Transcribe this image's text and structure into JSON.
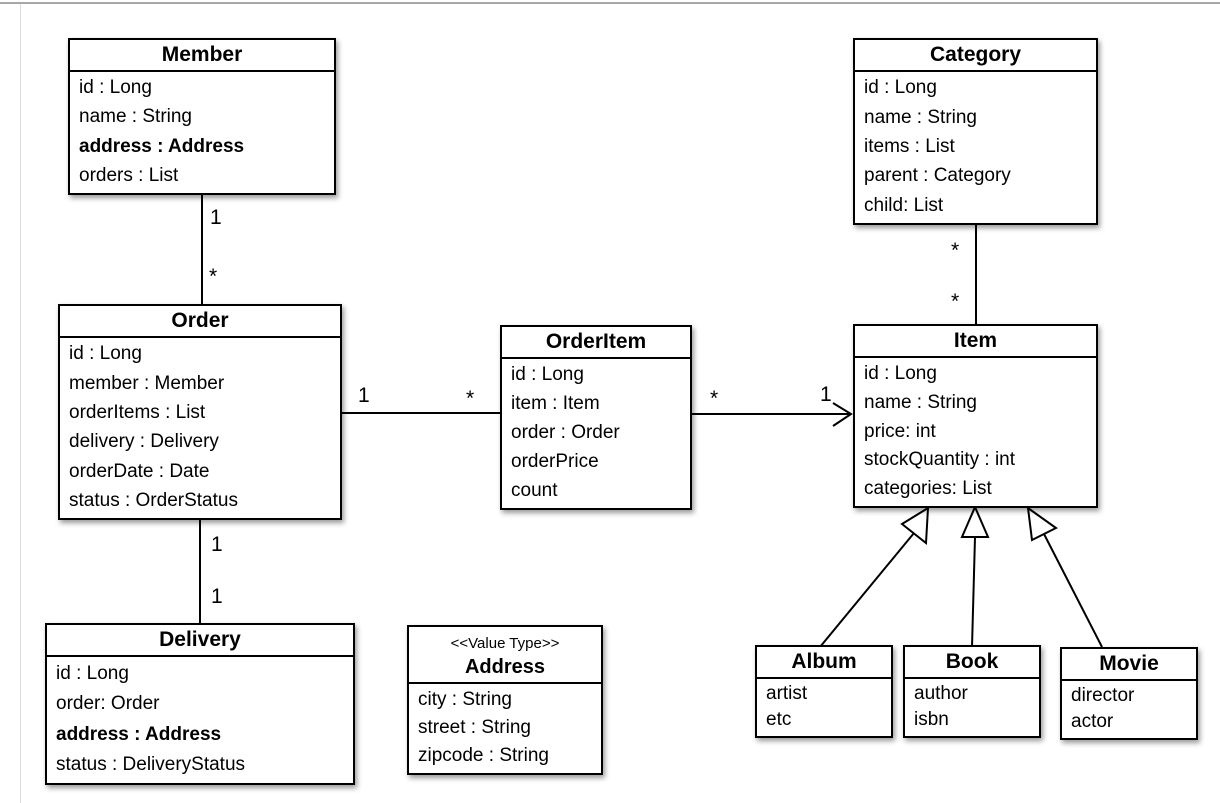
{
  "classes": {
    "member": {
      "name": "Member",
      "attributes": [
        "id : Long",
        "name : String",
        "address : Address",
        "orders : List"
      ]
    },
    "category": {
      "name": "Category",
      "attributes": [
        "id : Long",
        "name : String",
        "items : List",
        "parent : Category",
        "child: List"
      ]
    },
    "order": {
      "name": "Order",
      "attributes": [
        "id : Long",
        "member : Member",
        "orderItems : List",
        "delivery : Delivery",
        "orderDate : Date",
        "status : OrderStatus"
      ]
    },
    "orderItem": {
      "name": "OrderItem",
      "attributes": [
        "id : Long",
        "item : Item",
        "order : Order",
        "orderPrice",
        "count"
      ]
    },
    "item": {
      "name": "Item",
      "attributes": [
        "id : Long",
        "name : String",
        "price: int",
        "stockQuantity : int",
        "categories: List"
      ]
    },
    "delivery": {
      "name": "Delivery",
      "attributes": [
        "id : Long",
        "order: Order",
        "address : Address",
        "status : DeliveryStatus"
      ]
    },
    "address": {
      "stereotype": "<<Value Type>>",
      "name": "Address",
      "attributes": [
        "city : String",
        "street : String",
        "zipcode : String"
      ]
    },
    "album": {
      "name": "Album",
      "attributes": [
        "artist",
        "etc"
      ]
    },
    "book": {
      "name": "Book",
      "attributes": [
        "author",
        "isbn"
      ]
    },
    "movie": {
      "name": "Movie",
      "attributes": [
        "director",
        "actor"
      ]
    }
  },
  "relations": {
    "member_order": {
      "from": "1",
      "to": "*"
    },
    "order_orderItem": {
      "from": "1",
      "to": "*"
    },
    "orderItem_item": {
      "from": "*",
      "to": "1"
    },
    "category_item": {
      "from": "*",
      "to": "*"
    },
    "order_delivery": {
      "from": "1",
      "to": "1"
    }
  },
  "colors": {
    "line": "#000000",
    "background": "#ffffff",
    "page_rule": "#a8a8a8"
  }
}
